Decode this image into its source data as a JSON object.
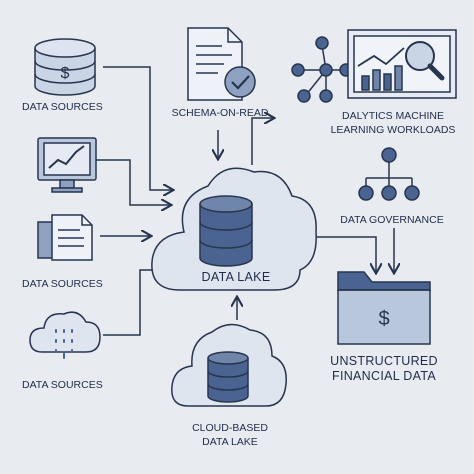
{
  "labels": {
    "data_sources_1": "DATA SOURCES",
    "data_sources_3": "DATA SOURCES",
    "data_sources_4": "DATA SOURCES",
    "schema_on_read": "SCHEMA-ON-READ",
    "analytics_line1": "DALYTICS MACHINE",
    "analytics_line2": "LEARNING WORKLOADS",
    "data_governance": "DATA GOVERNANCE",
    "data_lake": "DATA LAKE",
    "unstructured_line1": "UNSTRUCTURED",
    "unstructured_line2": "FINANCIAL DATA",
    "cloud_based_line1": "CLOUD-BASED",
    "cloud_based_line2": "DATA LAKE"
  },
  "glyphs": {
    "dollar": "$"
  },
  "colors": {
    "background": "#e8ebf0",
    "stroke": "#27354f",
    "fill_light": "#c9d4e5",
    "fill_mid": "#6f86aa",
    "fill_dark": "#4a6390",
    "cloud_fill": "#dfe5ef"
  }
}
